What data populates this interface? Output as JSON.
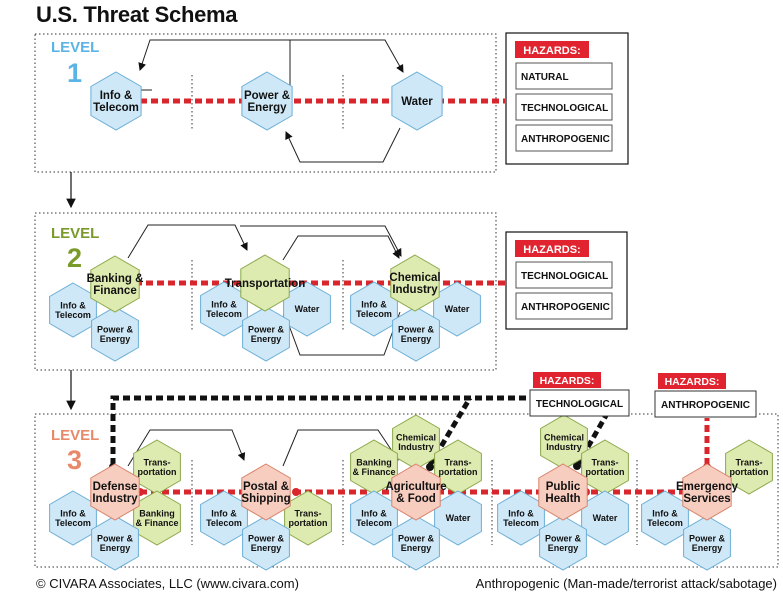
{
  "title": "U.S. Threat Schema",
  "colors": {
    "level1": "#5ab4e6",
    "level2": "#7a9a2a",
    "level3": "#e8896a",
    "hex_blue": "#cfe8f7",
    "hex_green": "#ddeab0",
    "hex_pink": "#f7cdbf",
    "hazard_red": "#e0232e",
    "dash_red": "#d9262c"
  },
  "levels": [
    {
      "word": "LEVEL",
      "number": "1",
      "nodes": [
        {
          "key": "info",
          "label": [
            "Info &",
            "Telecom"
          ]
        },
        {
          "key": "power",
          "label": [
            "Power &",
            "Energy"
          ]
        },
        {
          "key": "water",
          "label": [
            "Water"
          ]
        }
      ],
      "hazards": {
        "header": "HAZARDS:",
        "items": [
          "NATURAL",
          "TECHNOLOGICAL",
          "ANTHROPOGENIC"
        ]
      }
    },
    {
      "word": "LEVEL",
      "number": "2",
      "nodes": [
        {
          "key": "banking",
          "label": [
            "Banking &",
            "Finance"
          ],
          "subs": [
            {
              "label": [
                "Info &",
                "Telecom"
              ]
            },
            {
              "label": [
                "Power &",
                "Energy"
              ]
            }
          ]
        },
        {
          "key": "transport",
          "label": [
            "Transportation"
          ],
          "subs": [
            {
              "label": [
                "Info &",
                "Telecom"
              ]
            },
            {
              "label": [
                "Water"
              ]
            },
            {
              "label": [
                "Power &",
                "Energy"
              ]
            }
          ]
        },
        {
          "key": "chemical",
          "label": [
            "Chemical",
            "Industry"
          ],
          "subs": [
            {
              "label": [
                "Info &",
                "Telecom"
              ]
            },
            {
              "label": [
                "Water"
              ]
            },
            {
              "label": [
                "Power &",
                "Energy"
              ]
            }
          ]
        }
      ],
      "hazards": {
        "header": "HAZARDS:",
        "items": [
          "TECHNOLOGICAL",
          "ANTHROPOGENIC"
        ]
      }
    },
    {
      "word": "LEVEL",
      "number": "3",
      "nodes": [
        {
          "key": "defense",
          "label": [
            "Defense",
            "Industry"
          ],
          "subs": [
            {
              "label": [
                "Trans-",
                "portation"
              ]
            },
            {
              "label": [
                "Info &",
                "Telecom"
              ]
            },
            {
              "label": [
                "Banking",
                "& Finance"
              ]
            },
            {
              "label": [
                "Power &",
                "Energy"
              ]
            }
          ]
        },
        {
          "key": "postal",
          "label": [
            "Postal &",
            "Shipping"
          ],
          "subs": [
            {
              "label": [
                "Info &",
                "Telecom"
              ]
            },
            {
              "label": [
                "Trans-",
                "portation"
              ]
            },
            {
              "label": [
                "Power &",
                "Energy"
              ]
            }
          ]
        },
        {
          "key": "agri",
          "label": [
            "Agriculture",
            "& Food"
          ],
          "subs": [
            {
              "label": [
                "Chemical",
                "Industry"
              ]
            },
            {
              "label": [
                "Banking",
                "& Finance"
              ]
            },
            {
              "label": [
                "Trans-",
                "portation"
              ]
            },
            {
              "label": [
                "Info &",
                "Telecom"
              ]
            },
            {
              "label": [
                "Water"
              ]
            },
            {
              "label": [
                "Power &",
                "Energy"
              ]
            }
          ]
        },
        {
          "key": "health",
          "label": [
            "Public",
            "Health"
          ],
          "subs": [
            {
              "label": [
                "Chemical",
                "Industry"
              ]
            },
            {
              "label": [
                "Trans-",
                "portation"
              ]
            },
            {
              "label": [
                "Info &",
                "Telecom"
              ]
            },
            {
              "label": [
                "Water"
              ]
            },
            {
              "label": [
                "Power &",
                "Energy"
              ]
            }
          ]
        },
        {
          "key": "emergency",
          "label": [
            "Emergency",
            "Services"
          ],
          "subs": [
            {
              "label": [
                "Trans-",
                "portation"
              ]
            },
            {
              "label": [
                "Info &",
                "Telecom"
              ]
            },
            {
              "label": [
                "Power &",
                "Energy"
              ]
            }
          ]
        }
      ],
      "hazards": [
        {
          "header": "HAZARDS:",
          "item": "TECHNOLOGICAL"
        },
        {
          "header": "HAZARDS:",
          "item": "ANTHROPOGENIC"
        }
      ]
    }
  ],
  "footer": {
    "copyright": "© CIVARA Associates, LLC (www.civara.com)",
    "note": "Anthropogenic (Man-made/terrorist attack/sabotage)"
  }
}
